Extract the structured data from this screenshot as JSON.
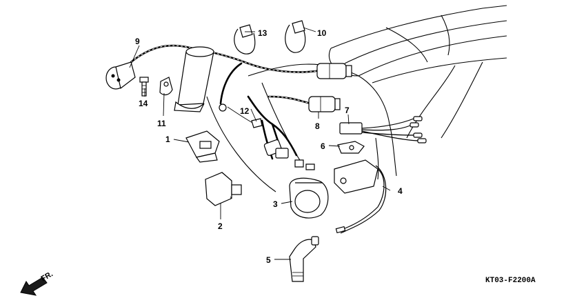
{
  "diagram": {
    "code": "KT03-F2200A",
    "direction_label": "FR.",
    "callouts": [
      {
        "id": "c1",
        "label": "1"
      },
      {
        "id": "c2",
        "label": "2"
      },
      {
        "id": "c3",
        "label": "3"
      },
      {
        "id": "c4",
        "label": "4"
      },
      {
        "id": "c5",
        "label": "5"
      },
      {
        "id": "c6",
        "label": "6"
      },
      {
        "id": "c7",
        "label": "7"
      },
      {
        "id": "c8",
        "label": "8"
      },
      {
        "id": "c9",
        "label": "9"
      },
      {
        "id": "c10",
        "label": "10"
      },
      {
        "id": "c11",
        "label": "11"
      },
      {
        "id": "c12",
        "label": "12"
      },
      {
        "id": "c13",
        "label": "13"
      },
      {
        "id": "c14",
        "label": "14"
      }
    ]
  }
}
